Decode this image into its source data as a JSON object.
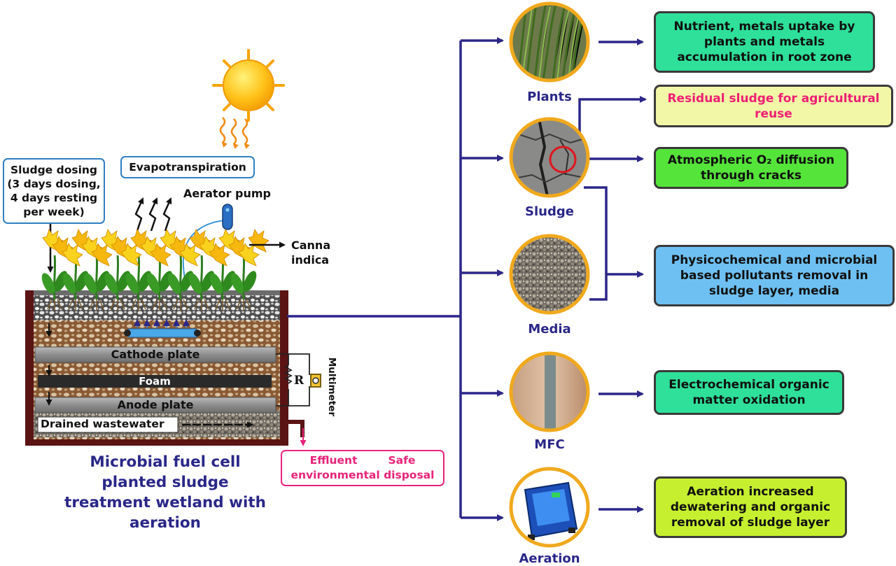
{
  "left": {
    "sludge_dosing": "Sludge dosing (3 days dosing, 4 days resting per week)",
    "evapotranspiration": "Evapotranspiration",
    "aerator_pump": "Aerator pump",
    "canna": "Canna indica",
    "cathode": "Cathode plate",
    "foam": "Foam",
    "anode": "Anode plate",
    "drained": "Drained wastewater",
    "resistor": "R",
    "multimeter": "Multimeter",
    "effluent_from": "Effluent",
    "effluent_to": "Safe environmental disposal",
    "system_title": "Microbial fuel cell planted sludge treatment wetland with aeration"
  },
  "components": [
    {
      "name": "Plants",
      "photo": "grass-photo"
    },
    {
      "name": "Sludge",
      "photo": "cracked-sludge-photo"
    },
    {
      "name": "Media",
      "photo": "gravel-photo"
    },
    {
      "name": "MFC",
      "photo": "electrode-photo"
    },
    {
      "name": "Aeration",
      "photo": "air-pump-photo"
    }
  ],
  "outcomes": [
    {
      "text": "Nutrient, metals uptake by plants and metals accumulation in root zone",
      "color": "#2ee09a"
    },
    {
      "text": "Residual sludge for agricultural reuse",
      "color": "#f2f7a8",
      "text_color": "#ee1f74"
    },
    {
      "text": "Atmospheric O₂ diffusion through cracks",
      "color": "#55e43a"
    },
    {
      "text": "Physicochemical and microbial based pollutants removal in sludge layer, media",
      "color": "#6ec0f2"
    },
    {
      "text": "Electrochemical organic matter oxidation",
      "color": "#2ee09a"
    },
    {
      "text": "Aeration increased dewatering and organic removal of sludge layer",
      "color": "#c6f02f"
    }
  ],
  "colors": {
    "arrow": "#2c2788",
    "ring": "#f0a91e",
    "tank": "#5a1414",
    "effluent": "#e8237a"
  }
}
